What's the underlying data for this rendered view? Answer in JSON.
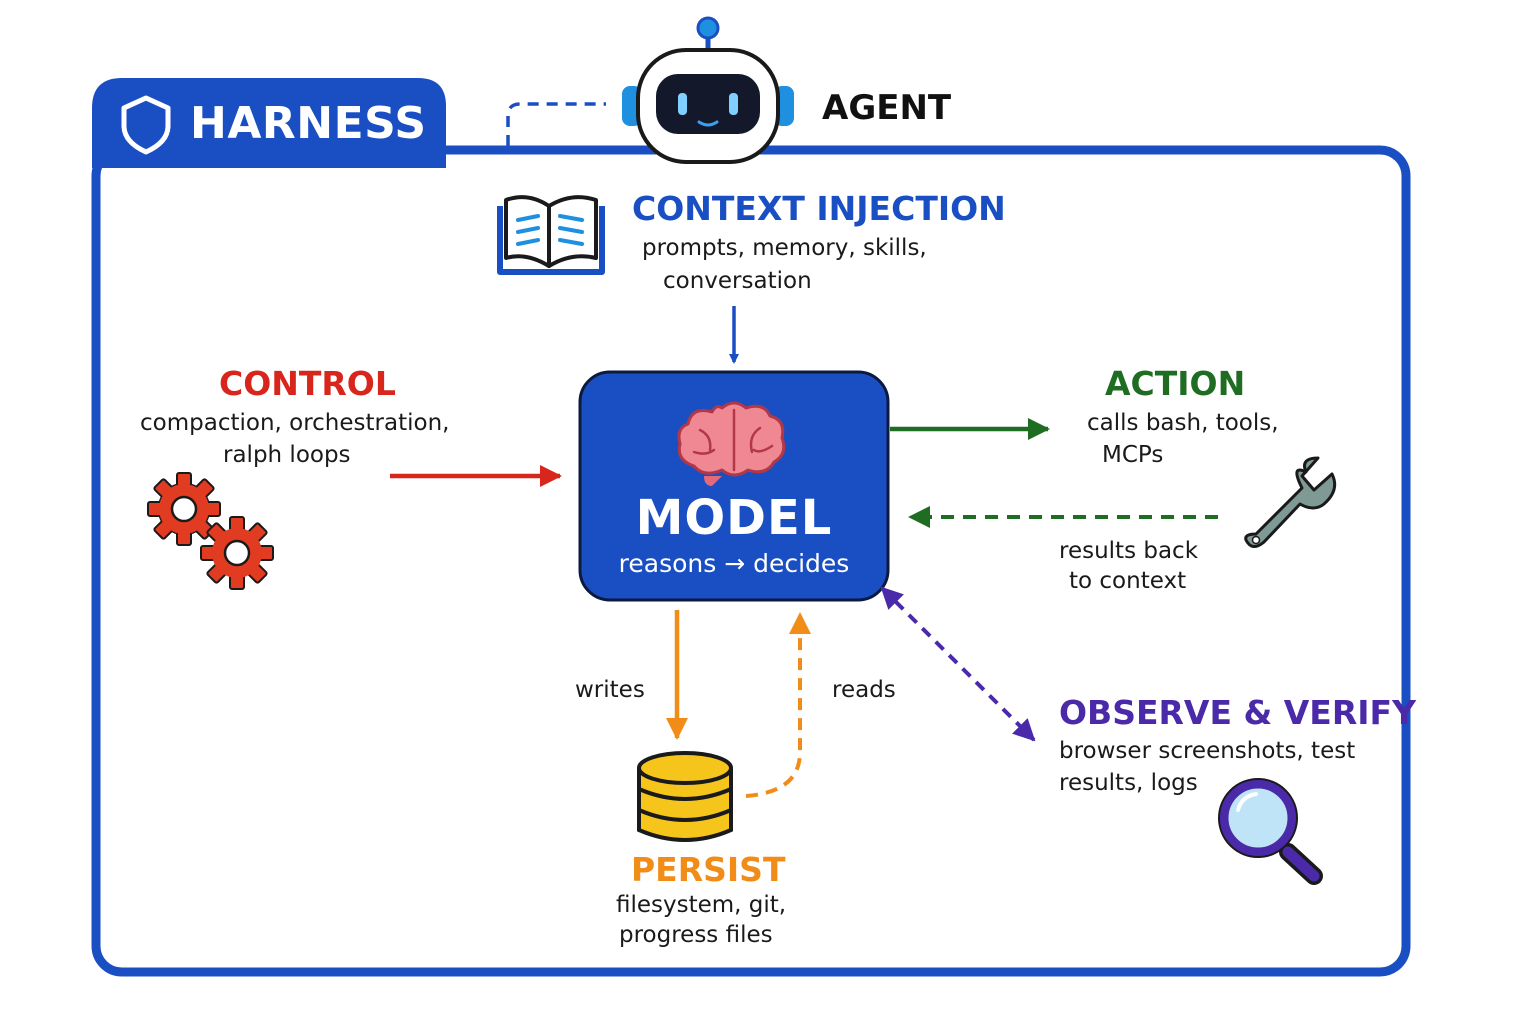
{
  "harness": {
    "title": "HARNESS",
    "icon": "shield-icon"
  },
  "agent": {
    "title": "AGENT",
    "icon": "robot-icon"
  },
  "context_injection": {
    "title": "CONTEXT INJECTION",
    "line1": "prompts, memory, skills,",
    "line2": "conversation",
    "icon": "book-icon"
  },
  "control": {
    "title": "CONTROL",
    "line1": "compaction, orchestration,",
    "line2": "ralph loops",
    "icon": "gears-icon"
  },
  "model": {
    "title": "MODEL",
    "subtitle": "reasons → decides",
    "icon": "brain-icon"
  },
  "action": {
    "title": "ACTION",
    "line1": "calls bash, tools,",
    "line2": "MCPs",
    "icon": "wrench-icon"
  },
  "results": {
    "line1": "results back",
    "line2": "to context"
  },
  "persist": {
    "title": "PERSIST",
    "line1": "filesystem, git,",
    "line2": "progress files",
    "icon": "database-icon",
    "writes_label": "writes",
    "reads_label": "reads"
  },
  "observe": {
    "title": "OBSERVE & VERIFY",
    "line1": "browser screenshots, test",
    "line2": "results, logs",
    "icon": "magnifier-icon"
  },
  "colors": {
    "harness_blue": "#1a4fc4",
    "control_red": "#d9261c",
    "action_green": "#1f6d22",
    "persist_orange": "#f08c17",
    "observe_purple": "#4a2aa8"
  }
}
